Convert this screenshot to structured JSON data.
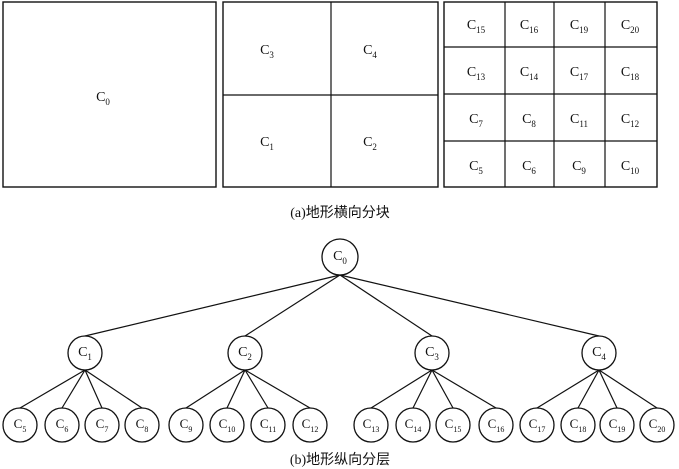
{
  "top_blocks": {
    "level0": {
      "cells": [
        {
          "main": "C",
          "sub": "0"
        }
      ]
    },
    "level1": {
      "cells": [
        {
          "main": "C",
          "sub": "3"
        },
        {
          "main": "C",
          "sub": "4"
        },
        {
          "main": "C",
          "sub": "1"
        },
        {
          "main": "C",
          "sub": "2"
        }
      ]
    },
    "level2": {
      "cells": [
        {
          "main": "C",
          "sub": "15"
        },
        {
          "main": "C",
          "sub": "16"
        },
        {
          "main": "C",
          "sub": "19"
        },
        {
          "main": "C",
          "sub": "20"
        },
        {
          "main": "C",
          "sub": "13"
        },
        {
          "main": "C",
          "sub": "14"
        },
        {
          "main": "C",
          "sub": "17"
        },
        {
          "main": "C",
          "sub": "18"
        },
        {
          "main": "C",
          "sub": "7"
        },
        {
          "main": "C",
          "sub": "8"
        },
        {
          "main": "C",
          "sub": "11"
        },
        {
          "main": "C",
          "sub": "12"
        },
        {
          "main": "C",
          "sub": "5"
        },
        {
          "main": "C",
          "sub": "6"
        },
        {
          "main": "C",
          "sub": "9"
        },
        {
          "main": "C",
          "sub": "10"
        }
      ]
    },
    "caption": "(a)地形横向分块"
  },
  "tree": {
    "root": {
      "main": "C",
      "sub": "0"
    },
    "children": [
      {
        "main": "C",
        "sub": "1",
        "leaves": [
          {
            "main": "C",
            "sub": "5"
          },
          {
            "main": "C",
            "sub": "6"
          },
          {
            "main": "C",
            "sub": "7"
          },
          {
            "main": "C",
            "sub": "8"
          }
        ]
      },
      {
        "main": "C",
        "sub": "2",
        "leaves": [
          {
            "main": "C",
            "sub": "9"
          },
          {
            "main": "C",
            "sub": "10"
          },
          {
            "main": "C",
            "sub": "11"
          },
          {
            "main": "C",
            "sub": "12"
          }
        ]
      },
      {
        "main": "C",
        "sub": "3",
        "leaves": [
          {
            "main": "C",
            "sub": "13"
          },
          {
            "main": "C",
            "sub": "14"
          },
          {
            "main": "C",
            "sub": "15"
          },
          {
            "main": "C",
            "sub": "16"
          }
        ]
      },
      {
        "main": "C",
        "sub": "4",
        "leaves": [
          {
            "main": "C",
            "sub": "17"
          },
          {
            "main": "C",
            "sub": "18"
          },
          {
            "main": "C",
            "sub": "19"
          },
          {
            "main": "C",
            "sub": "20"
          }
        ]
      }
    ],
    "caption": "(b)地形纵向分层"
  },
  "colors": {
    "stroke": "#111111",
    "background": "#ffffff"
  }
}
